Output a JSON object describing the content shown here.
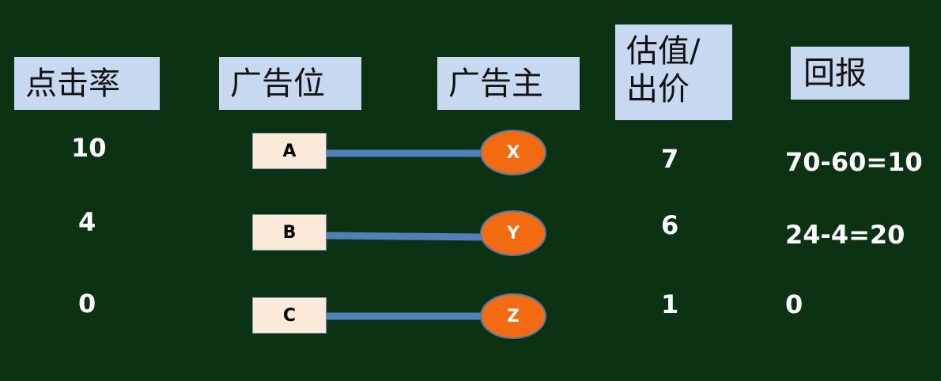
{
  "headers": {
    "ctr": "点击率",
    "slot": "广告位",
    "advertiser": "广告主",
    "bid_line1": "估值/",
    "bid_line2": "出价",
    "payoff": "回报"
  },
  "ctr_values": [
    "10",
    "4",
    "0"
  ],
  "slots": [
    "A",
    "B",
    "C"
  ],
  "advertisers": [
    "X",
    "Y",
    "Z"
  ],
  "bids": [
    "7",
    "6",
    "1"
  ],
  "payoffs": [
    "70-60=10",
    "24-4=20",
    "0"
  ],
  "colors": {
    "background": "#0b3213",
    "header_bg": "#c6d9f0",
    "slot_bg": "#fbe9d9",
    "advertiser_fill": "#f26b10",
    "link": "#4f81bd"
  }
}
